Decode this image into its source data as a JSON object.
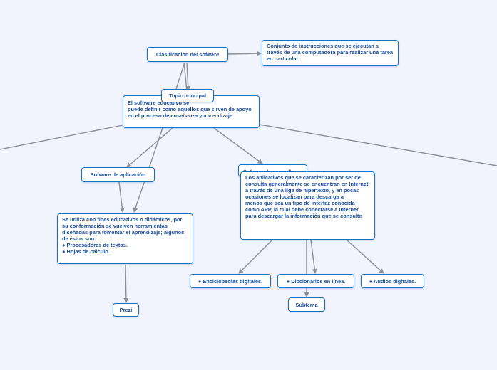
{
  "nodes": {
    "root": "Clasificacion del sofware",
    "definition": "Conjunto de instrucciones que se ejecutan a través de una computadora para realizar una tarea en particular",
    "educativo": "El software educativo se\npuede definir como aquellos que sirven de apoyo en el proceso de enseñanza y aprendizaje",
    "topic": "Topic principal",
    "aplicacion": "Sofware de aplicación",
    "aplicacion_desc": "Se utiliza con fines educativos o didácticos, por su conformación se vuelven herramientas\ndiseñadas para fomentar el aprendizaje; algunos de éstos son:\n● Procesadores de textos.\n● Hojas de cálculo.",
    "prezi": "Prezi",
    "consulta_title": "Sofware de consulta",
    "consulta_desc": "Los aplicativos que se caracterizan por ser de consulta generalmente se encuentran en Internet a través de una liga de hipertexto, y en pocas ocasiones se localizan para descarga a\nmenos que sea un tipo de interfaz conocida como APP, la cual debe conectarse a Internet\npara descargar la información que se consulte",
    "enciclopedias": "● Enciclopedias digitales.",
    "diccionarios": "● Diccionarios en línea.",
    "audios": "● Audios digitales.",
    "subtema": "Subtema"
  },
  "colors": {
    "background": "#f1f3fd",
    "border": "#1a6fbf",
    "text": "#1a4f9c",
    "edge": "#8a8f98"
  }
}
